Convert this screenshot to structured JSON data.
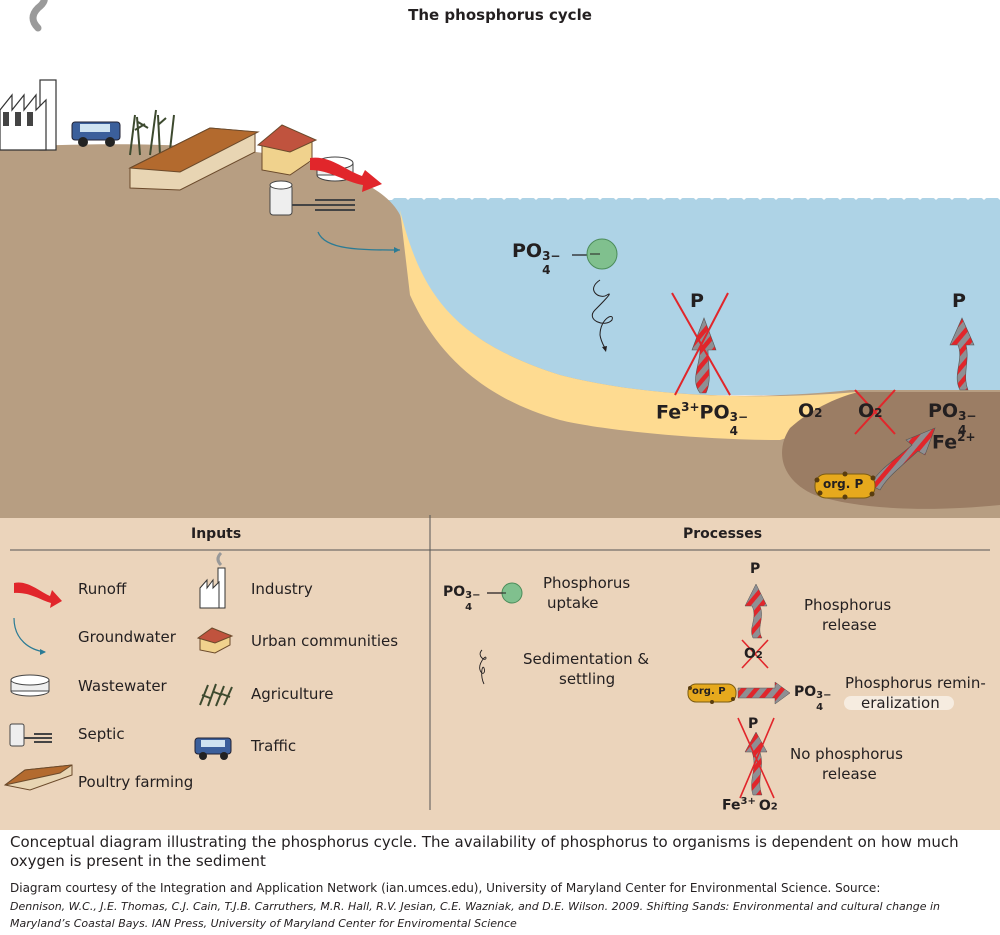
{
  "title": "The phosphorus cycle",
  "scene": {
    "po4_water": "PO",
    "po4_charge": "3−",
    "po4_sub": "4",
    "p_blocked": "P",
    "p_released": "P",
    "fe3": "Fe",
    "fe3_charge": "3+",
    "o2_oxic": "O",
    "o2_anoxic": "O",
    "o2_sub": "2",
    "fe2": "Fe",
    "fe2_charge": "2+",
    "org_p": "org. P"
  },
  "legend": {
    "inputs_header": "Inputs",
    "processes_header": "Processes",
    "inputs": {
      "runoff": "Runoff",
      "groundwater": "Groundwater",
      "wastewater": "Wastewater",
      "septic": "Septic",
      "poultry": "Poultry farming",
      "industry": "Industry",
      "urban": "Urban communities",
      "agriculture": "Agriculture",
      "traffic": "Traffic"
    },
    "processes": {
      "uptake_1": "Phosphorus",
      "uptake_2": "uptake",
      "sedimentation_1": "Sedimentation &",
      "sedimentation_2": "settling",
      "release_1": "Phosphorus",
      "release_2": "release",
      "remin_1": "Phosphorus remin-",
      "remin_2": "eralization",
      "no_release_1": "No phosphorus",
      "no_release_2": "release"
    }
  },
  "caption": {
    "main": "Conceptual diagram illustrating the phosphorus cycle. The availability of phosphorus to organisms is dependent on how much oxygen is present in the sediment",
    "credit": "Diagram courtesy of the Integration and Application Network (ian.umces.edu), University of Maryland Center for Environmental Science. Source:",
    "source": "Dennison, W.C., J.E. Thomas, C.J. Cain, T.J.B. Carruthers,  M.R. Hall, R.V. Jesian, C.E. Wazniak, and D.E. Wilson. 2009. Shifting Sands: Environmental and cultural change in Maryland’s Coastal Bays. IAN Press, University of Maryland Center for Enviromental Science"
  },
  "colors": {
    "water": "#aed3e6",
    "land": "#b79e82",
    "sand": "#fedb91",
    "sediment_dark": "#9b7d64",
    "legend_bg": "#ebd4bb",
    "arrow_red": "#e1262b",
    "arrow_grey": "#8e8f93",
    "algae_green": "#80c08e"
  }
}
